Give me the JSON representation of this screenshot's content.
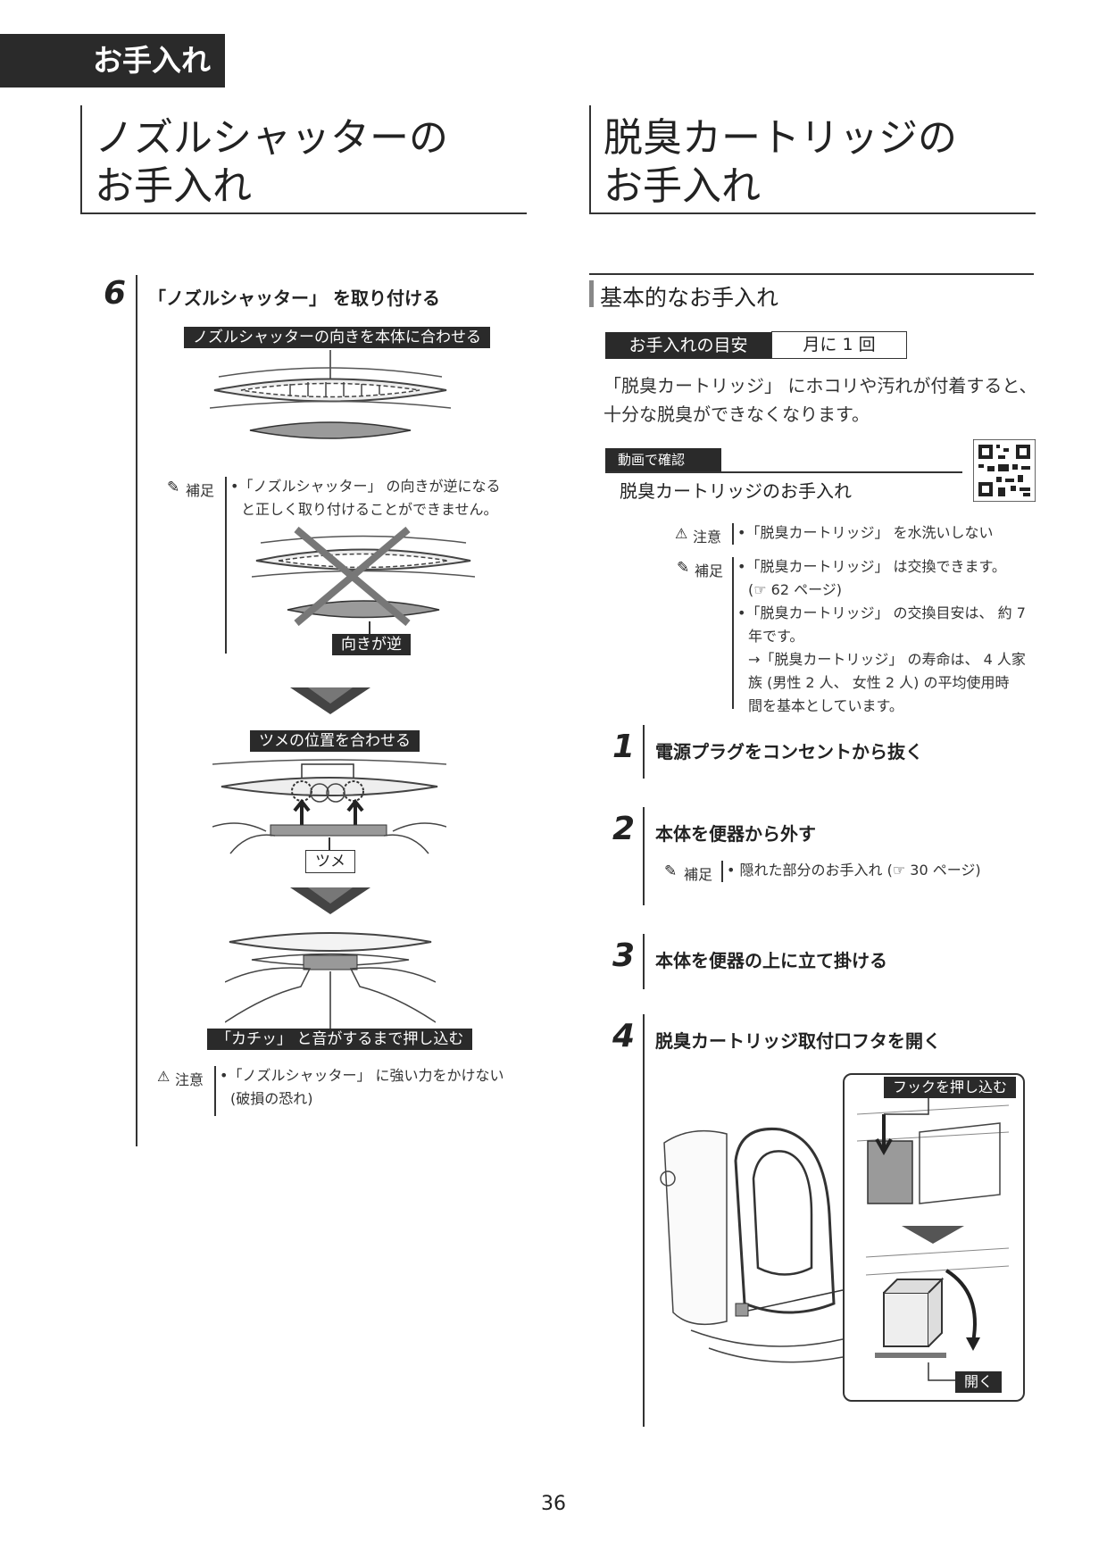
{
  "header": {
    "section_tab": "お手入れ"
  },
  "left": {
    "title": "ノズルシャッターの\nお手入れ",
    "step6": {
      "number": "6",
      "title": "「ノズルシャッター」 を取り付ける",
      "label_align": "ノズルシャッターの向きを本体に合わせる",
      "supplement_head": "補足",
      "supplement_text1": "•「ノズルシャッター」 の向きが逆になる",
      "supplement_text2": "と正しく取り付けることができません。",
      "label_reverse": "向きが逆",
      "label_claw_align": "ツメの位置を合わせる",
      "label_claw": "ツメ",
      "label_click": "「カチッ」 と音がするまで押し込む",
      "caution_head": "注意",
      "caution_text1": "•「ノズルシャッター」 に強い力をかけない",
      "caution_text2": "(破損の恐れ)"
    }
  },
  "right": {
    "title": "脱臭カートリッジの\nお手入れ",
    "section_heading": "基本的なお手入れ",
    "frequency_label": "お手入れの目安",
    "frequency_value": "月に 1 回",
    "intro1": "「脱臭カートリッジ」 にホコリや汚れが付着すると、",
    "intro2": "十分な脱臭ができなくなります。",
    "video_badge": "動画で確認",
    "video_title": "脱臭カートリッジのお手入れ",
    "caution_head": "注意",
    "caution_text": "•「脱臭カートリッジ」 を水洗いしない",
    "supplement_head": "補足",
    "supplement_lines": [
      "•「脱臭カートリッジ」 は交換できます。",
      "(☞ 62 ページ)",
      "•「脱臭カートリッジ」 の交換目安は、 約 7",
      "年です。",
      "→「脱臭カートリッジ」 の寿命は、 4 人家",
      "族 (男性 2 人、 女性 2 人) の平均使用時",
      "間を基本としています。"
    ],
    "steps": [
      {
        "number": "1",
        "title": "電源プラグをコンセントから抜く"
      },
      {
        "number": "2",
        "title": "本体を便器から外す"
      },
      {
        "number": "3",
        "title": "本体を便器の上に立て掛ける"
      },
      {
        "number": "4",
        "title": "脱臭カートリッジ取付口フタを開く"
      }
    ],
    "step2_supplement_head": "補足",
    "step2_supplement_text": "• 隠れた部分のお手入れ (☞ 30 ページ)",
    "label_push_hook": "フックを押し込む",
    "label_open": "開く"
  },
  "footer": {
    "page_number": "36"
  }
}
